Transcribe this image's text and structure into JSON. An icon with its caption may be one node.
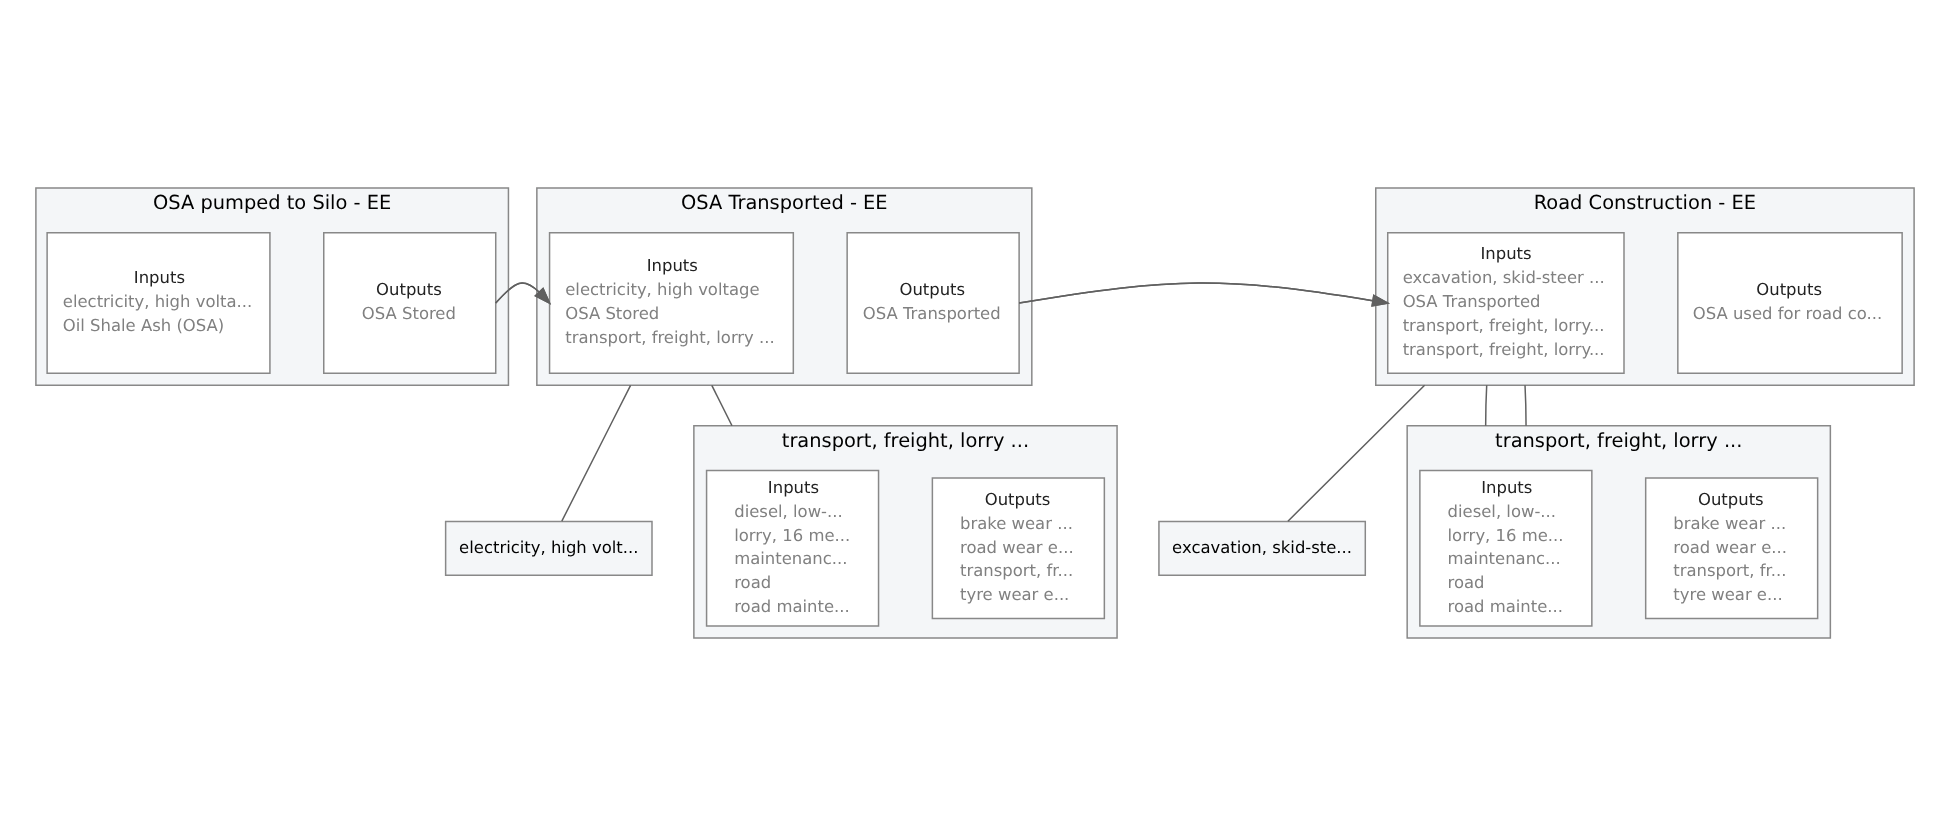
{
  "diagram": {
    "nodes": [
      {
        "text": [
          "OSA pumped to Silo - EE"
        ]
      },
      {
        "text": [
          "Inputs",
          "electricity, high volta...",
          "Oil Shale Ash (OSA)"
        ],
        "in": 0
      },
      {
        "text": [
          "Outputs",
          "OSA Stored"
        ],
        "in": 0
      },
      {
        "text": [
          "OSA Transported - EE"
        ]
      },
      {
        "text": [
          "Inputs",
          "electricity, high voltage",
          "OSA Stored",
          "transport, freight, lorry ..."
        ],
        "in": 3
      },
      {
        "text": [
          "Outputs",
          "OSA Transported"
        ],
        "in": 3
      },
      {
        "text": [
          "Road Construction - EE"
        ]
      },
      {
        "text": [
          "Inputs",
          "excavation, skid-steer ...",
          "OSA Transported",
          "transport, freight, lorry...",
          "transport, freight, lorry..."
        ],
        "in": 6
      },
      {
        "text": [
          "Outputs",
          "OSA used for road co..."
        ],
        "in": 6
      },
      {
        "text": [
          "electricity, high volt..."
        ]
      },
      {
        "text": [
          "excavation, skid-ste..."
        ]
      },
      {
        "text": [
          "transport, freight, lorry ..."
        ]
      },
      {
        "text": [
          "Inputs",
          "diesel, low-...",
          "lorry, 16 me...",
          "maintenanc...",
          "road",
          "road mainte..."
        ],
        "in": 11
      },
      {
        "text": [
          "Outputs",
          "brake wear ...",
          "road wear e...",
          "transport, fr...",
          "tyre wear e..."
        ],
        "in": 11
      },
      {
        "text": [
          "transport, freight, lorry ..."
        ]
      },
      {
        "text": [
          "Inputs",
          "diesel, low-...",
          "lorry, 16 me...",
          "maintenanc...",
          "road",
          "road mainte..."
        ],
        "in": 14
      },
      {
        "text": [
          "Outputs",
          "brake wear ...",
          "road wear e...",
          "transport, fr...",
          "tyre wear e..."
        ],
        "in": 14
      }
    ],
    "edges": [
      {
        "from": 2,
        "to": 4,
        "arrow": "to"
      },
      {
        "from": 5,
        "to": 7,
        "arrow": "to"
      },
      {
        "from": 3,
        "to": 9,
        "arrow": "none"
      },
      {
        "from": 3,
        "to": 11,
        "arrow": "none"
      },
      {
        "from": 6,
        "to": 14,
        "arrow": "none"
      },
      {
        "from": 6,
        "to": 14,
        "arrow": "none"
      },
      {
        "from": 6,
        "to": 10,
        "arrow": "none"
      }
    ]
  }
}
